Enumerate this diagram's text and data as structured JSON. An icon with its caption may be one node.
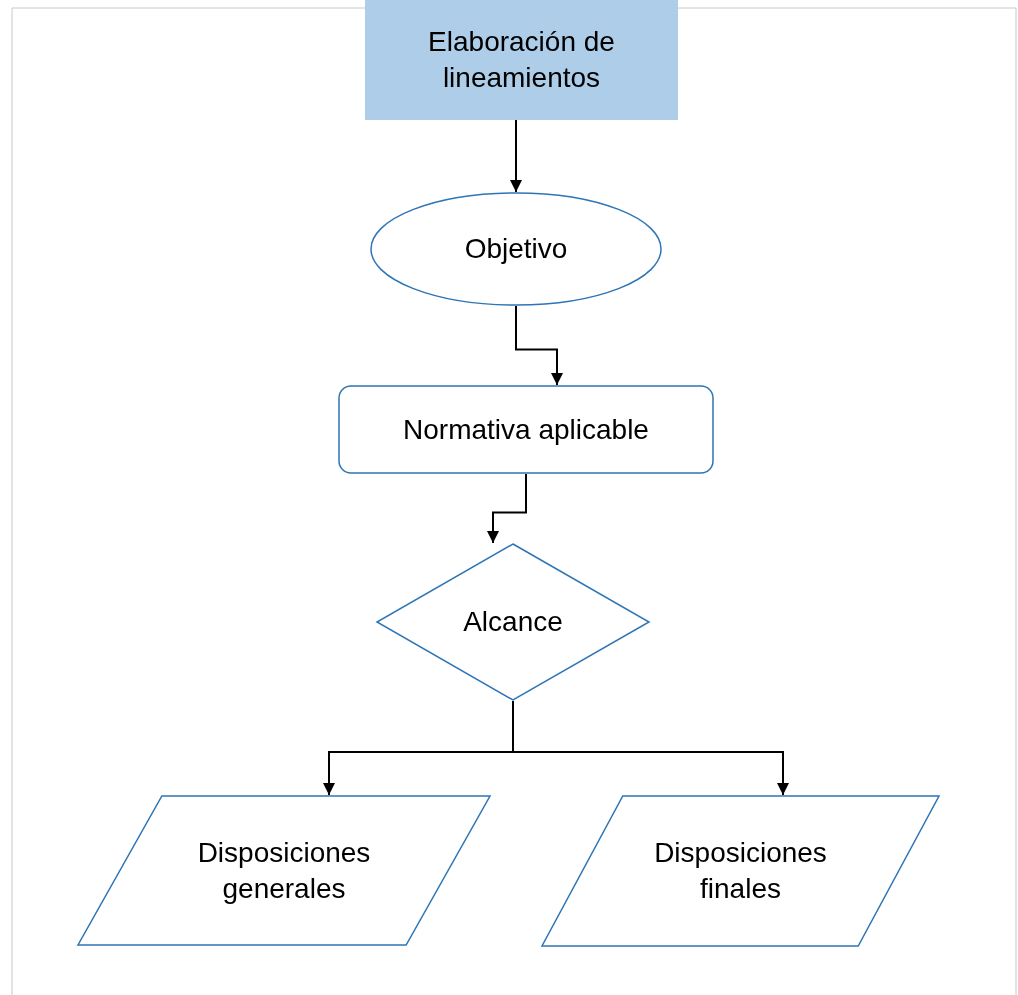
{
  "diagram": {
    "nodes": [
      {
        "text": [
          "Elaboración de lineamientos"
        ]
      },
      {
        "text": [
          "Objetivo"
        ]
      },
      {
        "text": [
          "Normativa aplicable"
        ]
      },
      {
        "text": [
          "Alcance"
        ]
      },
      {
        "text": [
          "Disposiciones generales"
        ]
      },
      {
        "text": [
          "Disposiciones finales"
        ]
      }
    ],
    "edges": [
      {
        "from": 0,
        "to": 1,
        "arrow": "to"
      },
      {
        "from": 1,
        "to": 2,
        "arrow": "to"
      },
      {
        "from": 2,
        "to": 3,
        "arrow": "to"
      },
      {
        "from": 3,
        "to": 4,
        "arrow": "to"
      },
      {
        "from": 3,
        "to": 5,
        "arrow": "to"
      }
    ]
  }
}
